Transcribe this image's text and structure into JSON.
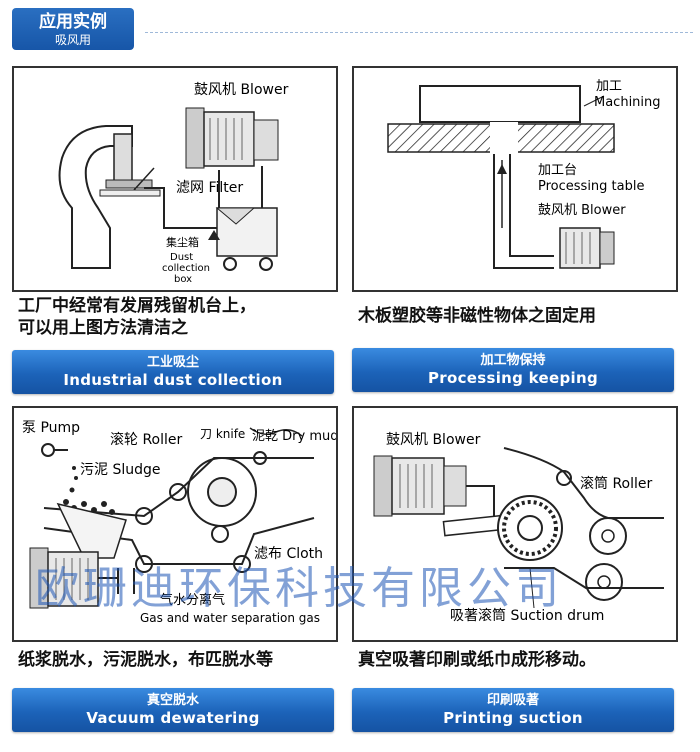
{
  "header": {
    "title": "应用实例",
    "subtitle": "吸风用"
  },
  "panel1": {
    "labels": {
      "blower": "鼓风机 Blower",
      "filter": "滤网 Filter",
      "box_zh": "集尘箱",
      "box_en1": "Dust",
      "box_en2": "collection",
      "box_en3": "box"
    },
    "caption_line1": "工厂中经常有发屑残留机台上，",
    "caption_line2": "可以用上图方法清洁之",
    "banner_zh": "工业吸尘",
    "banner_en": "Industrial dust collection"
  },
  "panel2": {
    "labels": {
      "machining_zh": "加工",
      "machining_en": "Machining",
      "table_zh": "加工台",
      "table_en": "Processing table",
      "blower": "鼓风机 Blower"
    },
    "caption": "木板塑胶等非磁性物体之固定用",
    "banner_zh": "加工物保持",
    "banner_en": "Processing keeping"
  },
  "panel3": {
    "labels": {
      "pump": "泵 Pump",
      "roller": "滚轮 Roller",
      "knife": "刀 knife",
      "dry_mud": "泥乾 Dry mud",
      "sludge": "污泥 Sludge",
      "cloth": "滤布 Cloth",
      "sep_zh": "气水分离气",
      "sep_en": "Gas and water separation gas"
    },
    "caption": "纸浆脱水，污泥脱水，布匹脱水等",
    "banner_zh": "真空脱水",
    "banner_en": "Vacuum dewatering"
  },
  "panel4": {
    "labels": {
      "blower": "鼓风机 Blower",
      "roller": "滚筒 Roller",
      "drum": "吸著滚筒 Suction drum"
    },
    "caption": "真空吸著印刷或纸巾成形移动。",
    "banner_zh": "印刷吸著",
    "banner_en": "Printing suction"
  },
  "watermark": "欧珊迪环保科技有限公司"
}
